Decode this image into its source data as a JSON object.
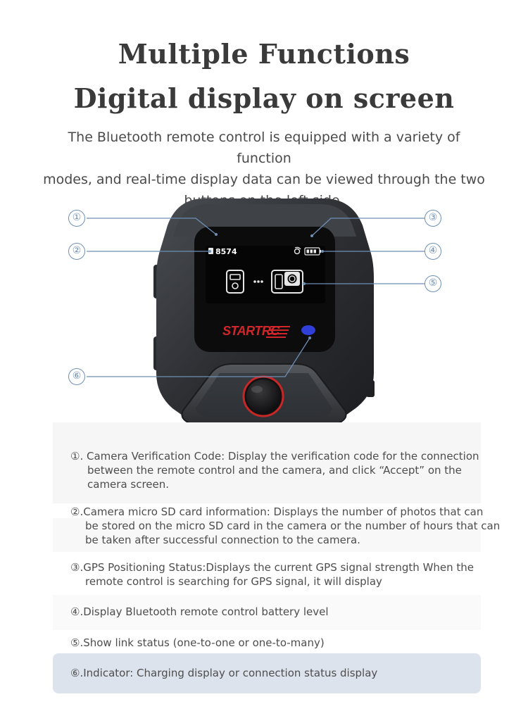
{
  "header": {
    "title_line1": "Multiple Functions",
    "title_line2": "Digital display on screen",
    "subtitle_line1": "The Bluetooth remote control is equipped with a variety of function",
    "subtitle_line2": "modes, and real-time display data can be viewed through the two",
    "subtitle_line3": "buttons on the left side."
  },
  "device": {
    "screen": {
      "verification_code": "8574",
      "brand": "STARTRC"
    },
    "callouts": [
      "①",
      "②",
      "③",
      "④",
      "⑤",
      "⑥"
    ],
    "colors": {
      "callout": "#6e8fb5",
      "brand_red": "#d0262a",
      "indicator": "#2f3fd8"
    }
  },
  "descriptions": [
    {
      "line1": "①. Camera Verification Code: Display the verification code for the connection",
      "line2": "between the remote control and the camera, and click “Accept” on the",
      "line3": "camera screen."
    },
    {
      "line1": "②.Camera micro SD card information: Displays the number of photos that can",
      "line2": "be stored on the micro SD card in the camera or the number of hours that can",
      "line3": "be taken after successful connection to the camera."
    },
    {
      "line1": "③.GPS Positioning Status:Displays the current GPS signal strength When the",
      "line2": "remote control is searching for GPS signal, it will display"
    },
    {
      "line1": "④.Display Bluetooth remote control battery level"
    },
    {
      "line1": "⑤.Show link status (one-to-one or one-to-many)"
    },
    {
      "line1": "⑥.Indicator: Charging display or connection status display"
    }
  ]
}
